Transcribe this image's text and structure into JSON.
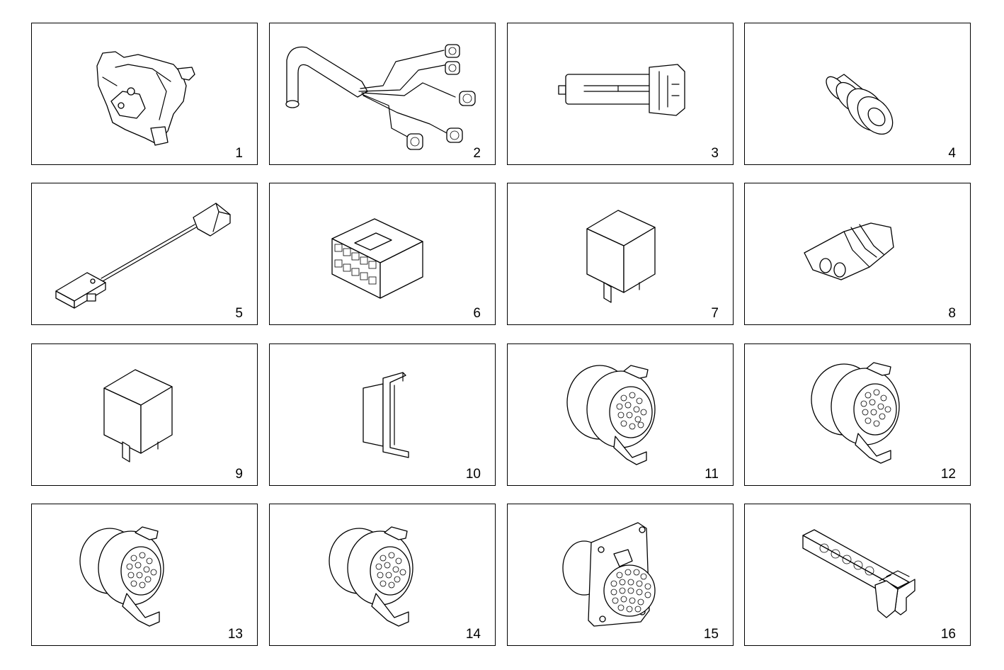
{
  "parts": [
    {
      "label": "1",
      "icon": "valve-housing-connector-icon"
    },
    {
      "label": "2",
      "icon": "wiring-harness-icon"
    },
    {
      "label": "3",
      "icon": "inline-connector-icon"
    },
    {
      "label": "4",
      "icon": "round-plug-icon"
    },
    {
      "label": "5",
      "icon": "sensor-cable-icon"
    },
    {
      "label": "6",
      "icon": "multi-pin-block-connector-icon"
    },
    {
      "label": "7",
      "icon": "relay-icon"
    },
    {
      "label": "8",
      "icon": "two-pin-connector-icon"
    },
    {
      "label": "9",
      "icon": "relay-icon"
    },
    {
      "label": "10",
      "icon": "panel-connector-icon"
    },
    {
      "label": "11",
      "icon": "circular-connector-icon"
    },
    {
      "label": "12",
      "icon": "circular-connector-icon"
    },
    {
      "label": "13",
      "icon": "circular-connector-icon"
    },
    {
      "label": "14",
      "icon": "circular-connector-icon"
    },
    {
      "label": "15",
      "icon": "flange-circular-connector-icon"
    },
    {
      "label": "16",
      "icon": "fuse-holder-strip-icon"
    }
  ]
}
